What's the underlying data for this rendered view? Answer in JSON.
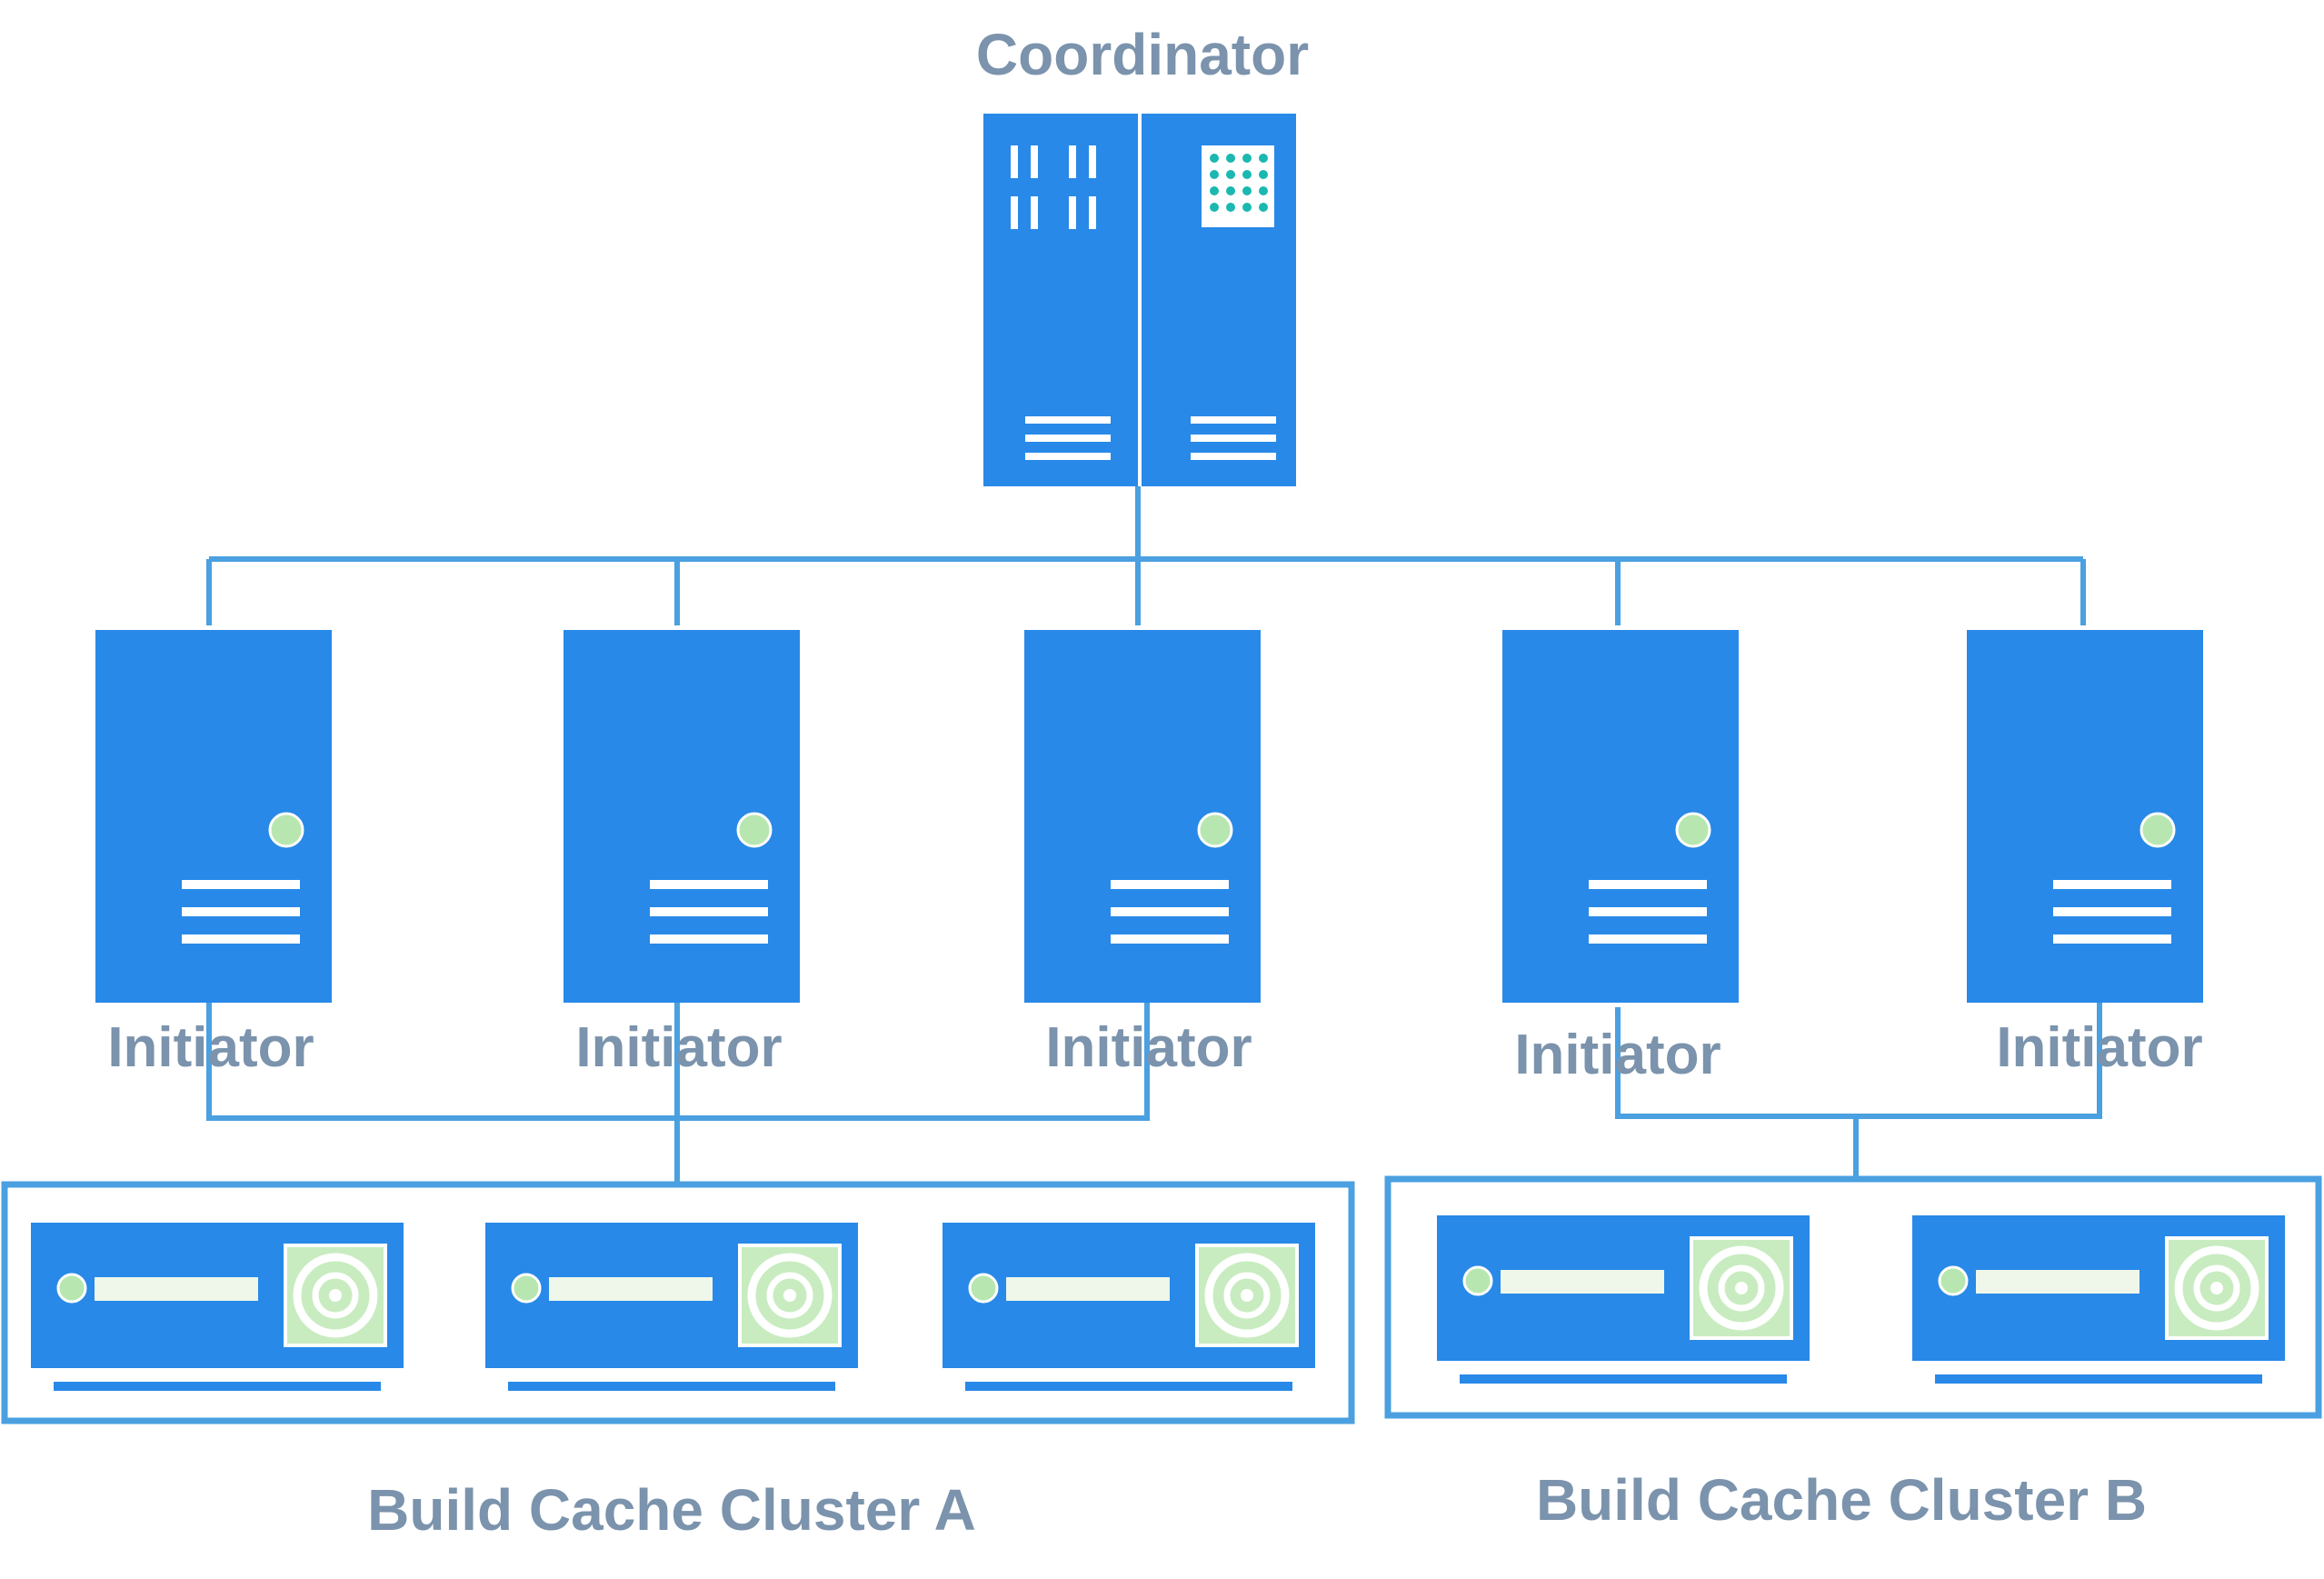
{
  "diagram": {
    "coordinator": {
      "label": "Coordinator"
    },
    "initiators": [
      {
        "label": "Initiator"
      },
      {
        "label": "Initiator"
      },
      {
        "label": "Initiator"
      },
      {
        "label": "Initiator"
      },
      {
        "label": "Initiator"
      }
    ],
    "clusters": [
      {
        "label": "Build Cache Cluster A",
        "node_count": 3
      },
      {
        "label": "Build Cache Cluster B",
        "node_count": 2
      }
    ],
    "colors": {
      "server_blue": "#2889e8",
      "link_blue": "#4aa0e0",
      "label_gray": "#7b93ac",
      "disk_green": "#c8ecc0",
      "led_green": "#b8e6b0"
    }
  }
}
